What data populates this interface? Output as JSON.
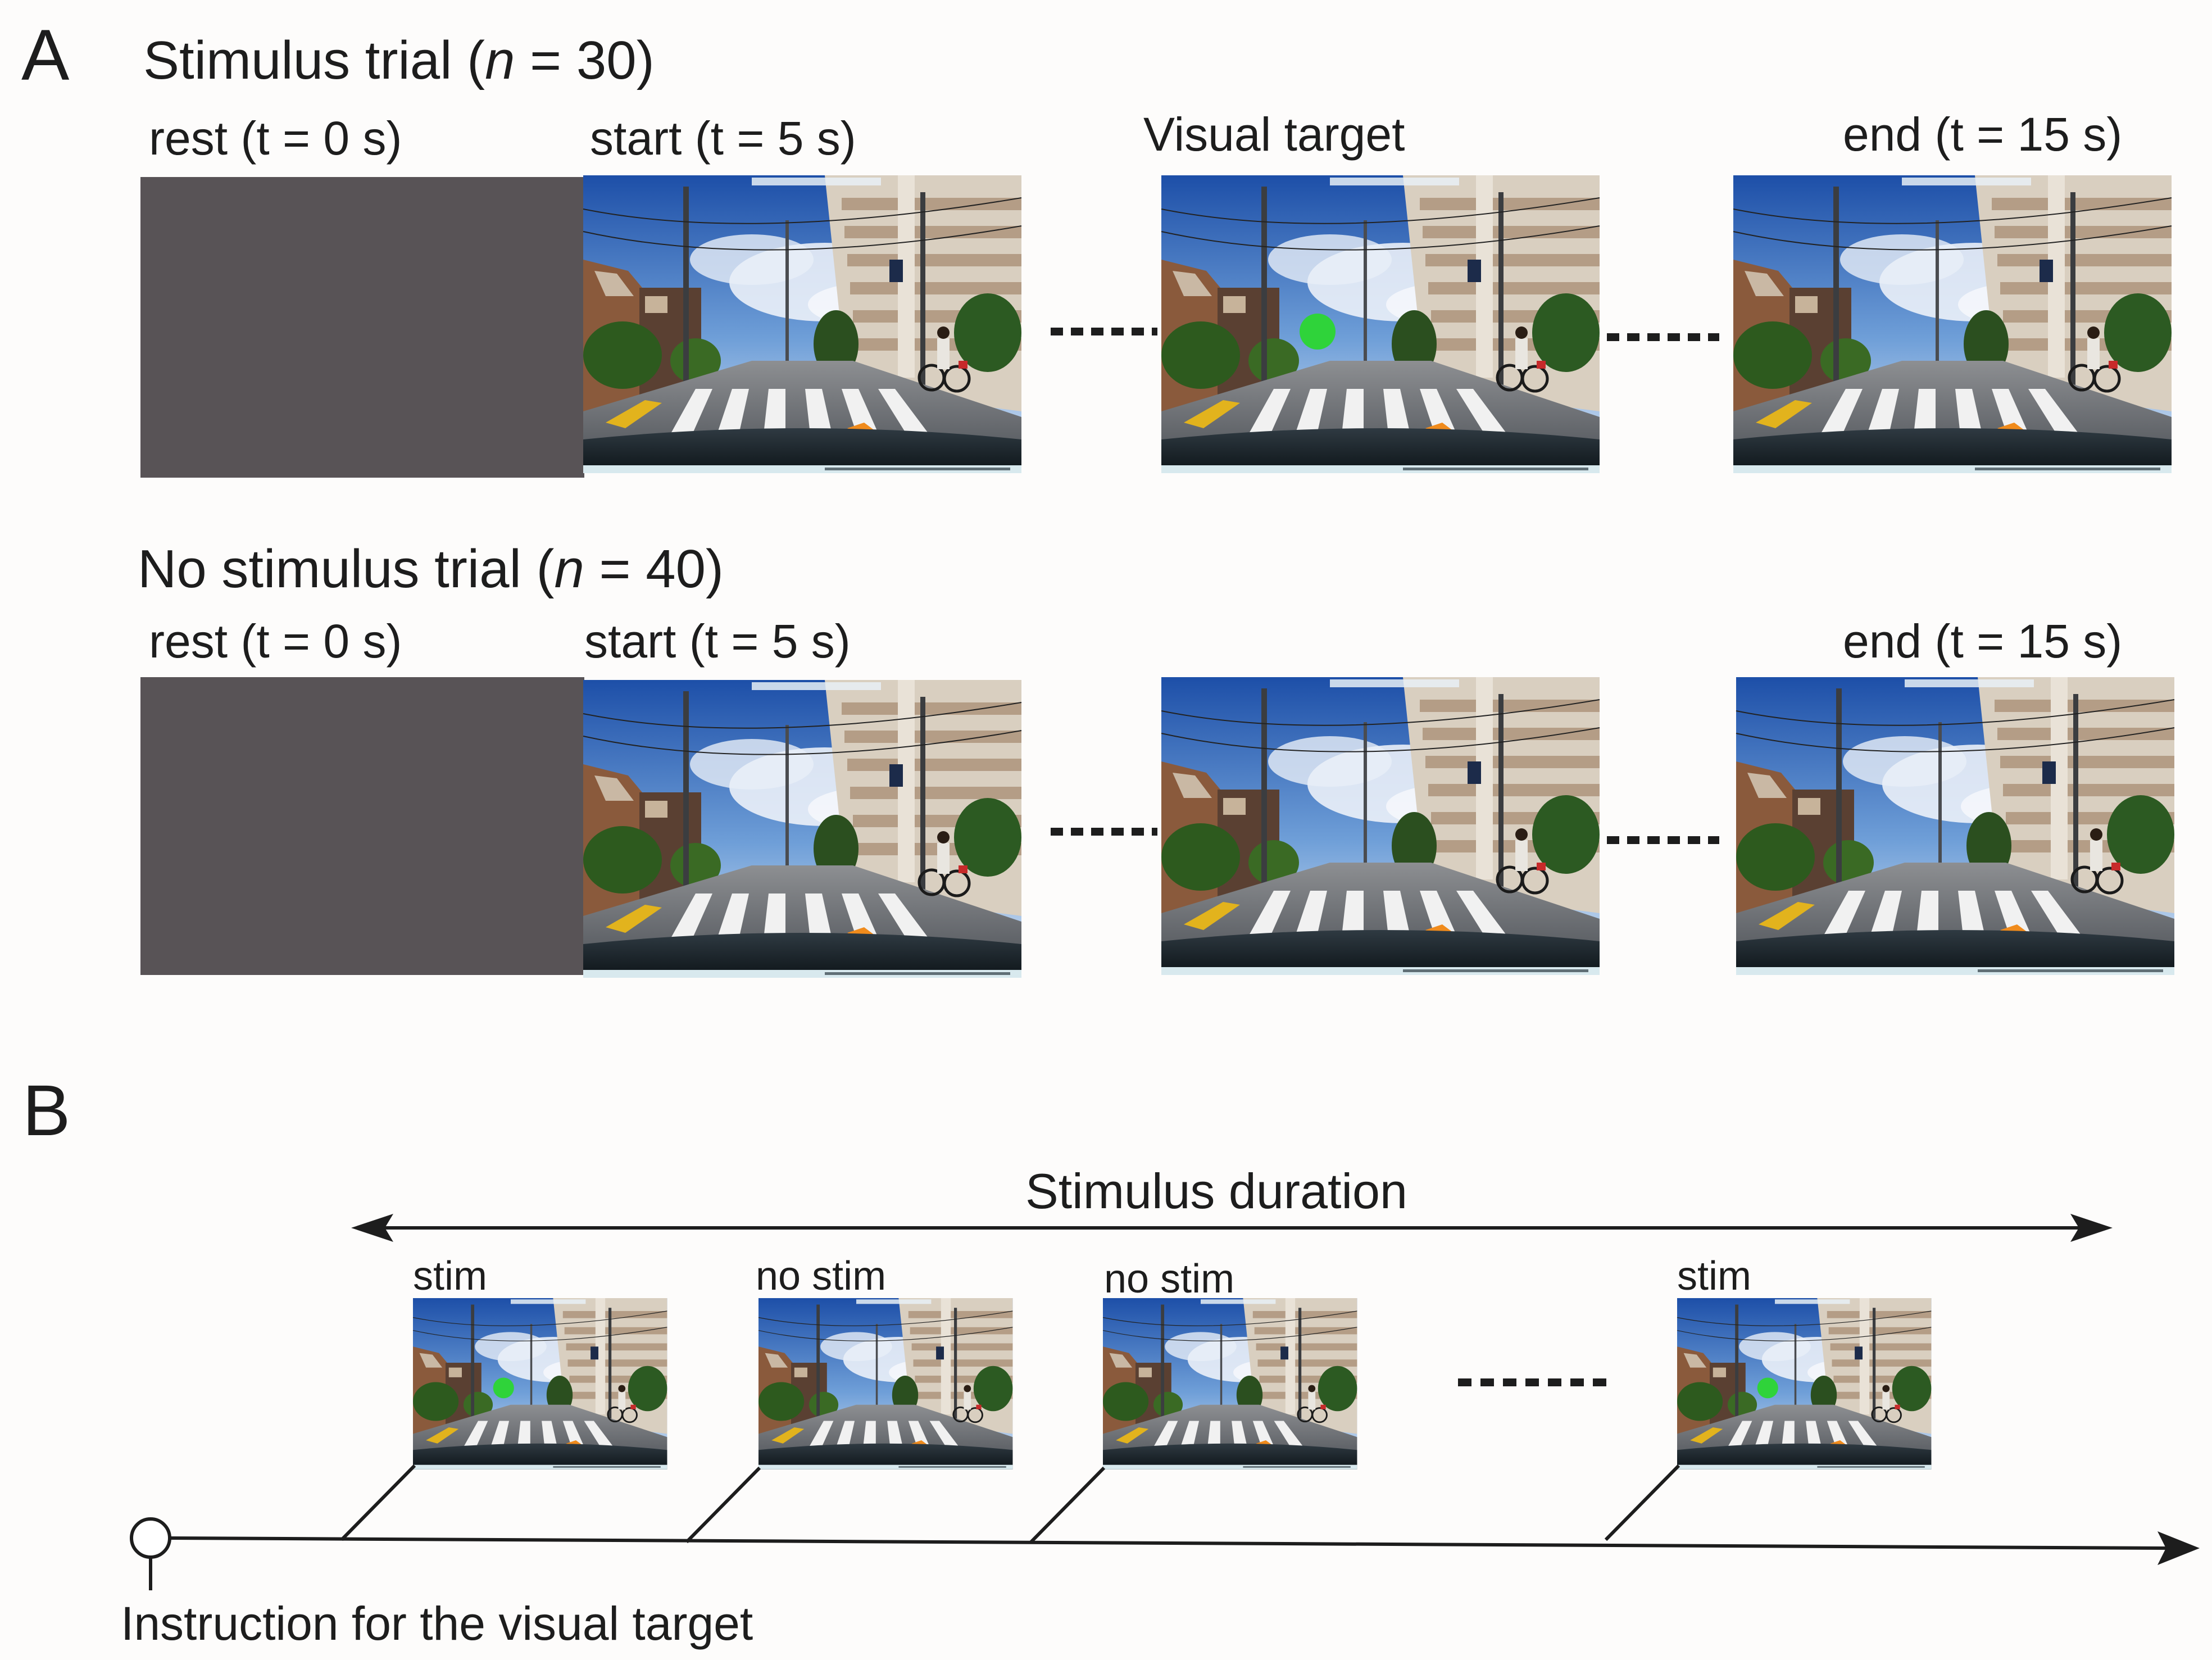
{
  "panel_a": {
    "letter": "A",
    "stimulus_row": {
      "title_prefix": "Stimulus trial (",
      "title_n": "n",
      "title_suffix": " = 30)",
      "rest_label": "rest (t = 0 s)",
      "start_label": "start (t = 5 s)",
      "target_label": "Visual target",
      "end_label": "end (t = 15 s)"
    },
    "no_stimulus_row": {
      "title_prefix": "No stimulus trial (",
      "title_n": "n",
      "title_suffix": " = 40)",
      "rest_label": "rest (t = 0 s)",
      "start_label": "start (t = 5 s)",
      "end_label": "end (t = 15 s)"
    }
  },
  "panel_b": {
    "letter": "B",
    "duration_label": "Stimulus duration",
    "frames": [
      {
        "label": "stim",
        "target": true
      },
      {
        "label": "no stim",
        "target": false
      },
      {
        "label": "no stim",
        "target": false
      },
      {
        "label": "stim",
        "target": true
      }
    ],
    "instruction_label": "Instruction for the visual target"
  },
  "colors": {
    "rest_frame": "#585356",
    "target_dot": "#2fd33a",
    "text": "#1d1d1d"
  },
  "icons": [
    "dotted-ellipsis",
    "double-headed-arrow",
    "timeline-arrow",
    "instruction-pin-icon"
  ]
}
